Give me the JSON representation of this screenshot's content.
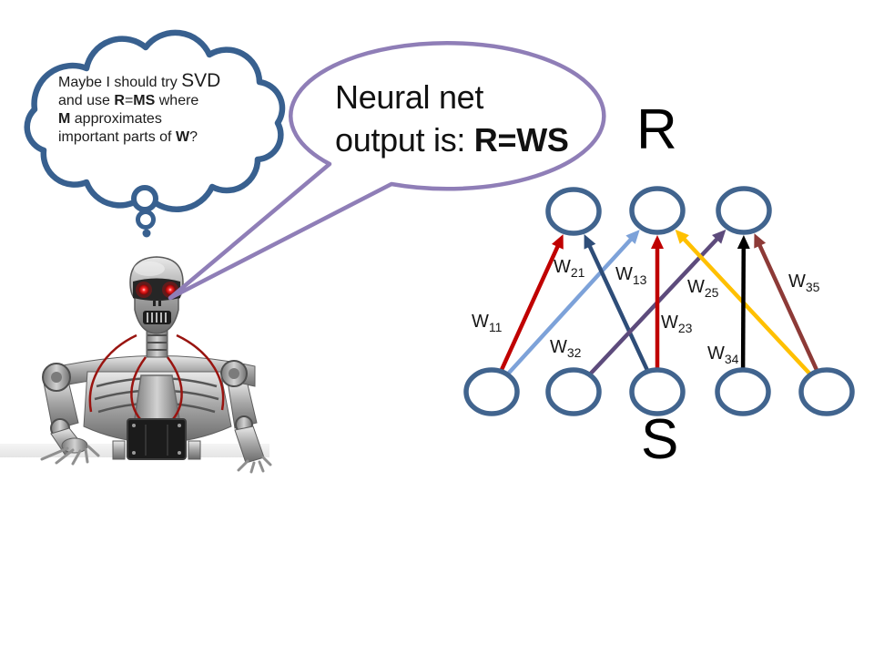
{
  "thought_bubble": {
    "outline_color": "#38608F",
    "line1_pre": "Maybe I should try ",
    "line1_svd": "SVD",
    "line2_pre": "and use ",
    "line2_r": "R",
    "line2_eq": "=",
    "line2_ms": "MS",
    "line2_post": " where",
    "line3_m": "M",
    "line3_post": " approximates",
    "line4_pre": "important parts of ",
    "line4_w": "W",
    "line4_post": "?"
  },
  "speech_bubble": {
    "outline_color": "#8F7EB7",
    "line1": "Neural net",
    "line2_pre": "output is: ",
    "line2_formula": "R=WS"
  },
  "network": {
    "output_label": "R",
    "input_label": "S",
    "output_node_count": 3,
    "input_node_count": 5,
    "node_outline_color": "#41648E",
    "weights": [
      {
        "main": "W",
        "sub": "11",
        "from": "S1",
        "to": "R1",
        "color": "#C00000"
      },
      {
        "main": "W",
        "sub": "21",
        "from": "S1",
        "to": "R2",
        "color": "#7DA2D9"
      },
      {
        "main": "W",
        "sub": "13",
        "from": "S3",
        "to": "R1",
        "color": "#2E4D78"
      },
      {
        "main": "W",
        "sub": "32",
        "from": "S2",
        "to": "R3",
        "color": "#5D4B7C"
      },
      {
        "main": "W",
        "sub": "23",
        "from": "S3",
        "to": "R2",
        "color": "#C00000"
      },
      {
        "main": "W",
        "sub": "25",
        "from": "S5",
        "to": "R2",
        "color": "#FFC000"
      },
      {
        "main": "W",
        "sub": "34",
        "from": "S4",
        "to": "R3",
        "color": "#000000"
      },
      {
        "main": "W",
        "sub": "35",
        "from": "S5",
        "to": "R3",
        "color": "#8D3A37"
      }
    ]
  },
  "robot": {
    "eye_color": "#ff2222"
  }
}
